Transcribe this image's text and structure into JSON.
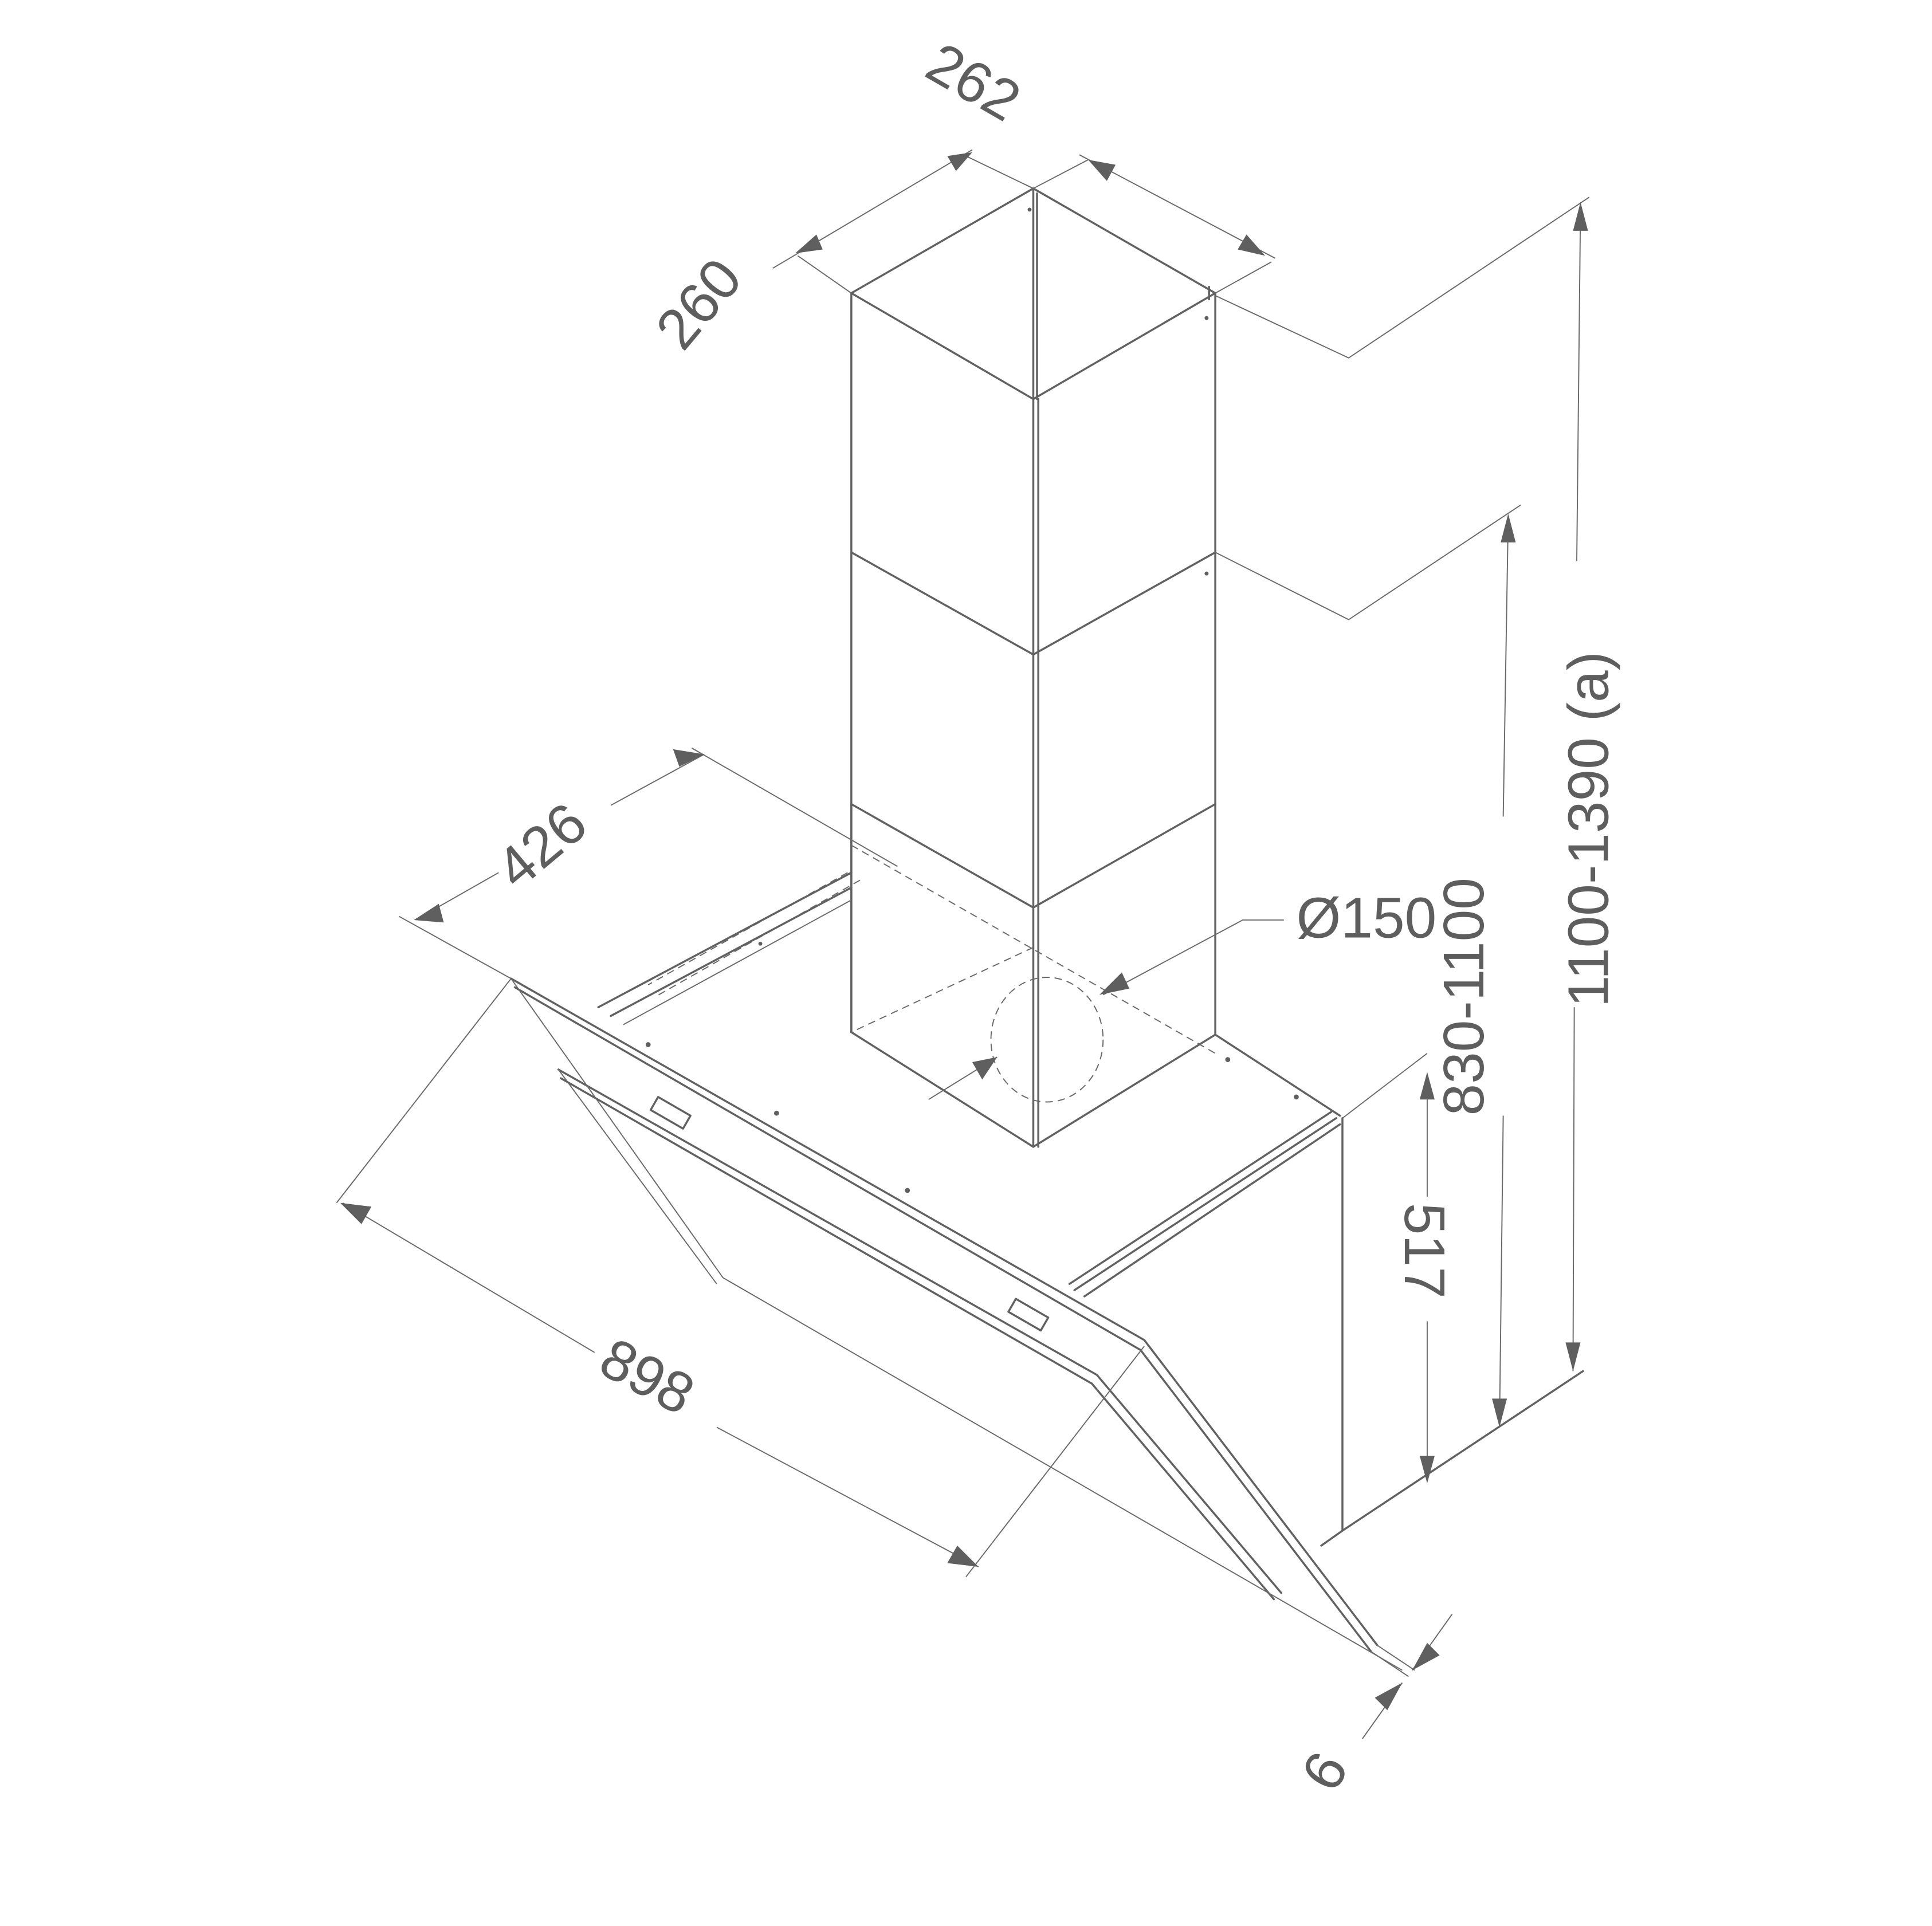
{
  "drawing": {
    "title": "Chimney cooker hood dimension drawing",
    "colors": {
      "line": "#616161",
      "text": "#5e5e5e",
      "background": "#ffffff"
    },
    "dimensions": {
      "chimney_depth": "262",
      "chimney_width": "260",
      "canopy_depth": "426",
      "duct_diameter": "Ø150",
      "height_total": "1100-1390 (a)",
      "height_chimney": "830-1100",
      "body_height": "517",
      "glass_width": "898",
      "glass_thickness": "6"
    }
  }
}
